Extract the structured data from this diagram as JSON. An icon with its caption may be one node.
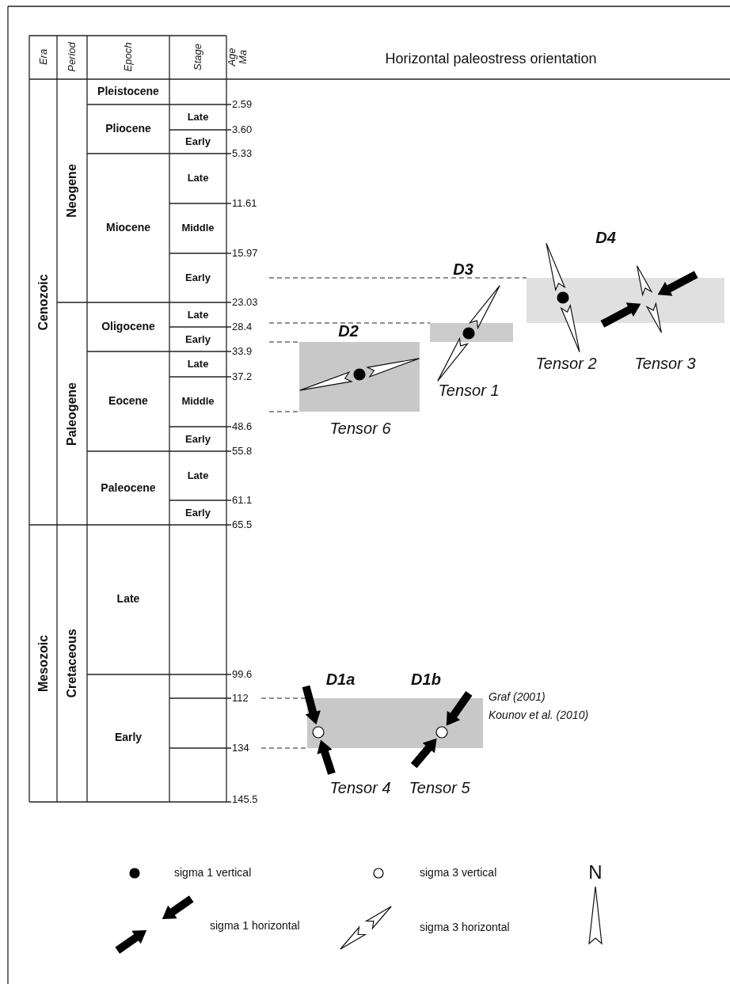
{
  "diagram": {
    "title": "Horizontal paleostress orientation",
    "nodes": [
      {
        "text": [],
        "shape": "box"
      },
      {
        "text": [],
        "shape": "box"
      },
      {
        "text": [],
        "shape": "box"
      },
      {
        "text": [],
        "shape": "box"
      }
    ],
    "labels": [
      "Era",
      "Period",
      "Epoch",
      "Stage",
      "Age Ma",
      "Cenozoic",
      "Mesozoic",
      "Neogene",
      "Paleogene",
      "Cretaceous",
      "Pleistocene",
      "Pliocene",
      "Miocene",
      "Oligocene",
      "Eocene",
      "Paleocene",
      "Late",
      "Early",
      "Late",
      "Early",
      "Late",
      "Middle",
      "Early",
      "Late",
      "Early",
      "Late",
      "Middle",
      "Early",
      "Late",
      "Early",
      "2.59",
      "3.60",
      "5.33",
      "11.61",
      "15.97",
      "23.03",
      "28.4",
      "33.9",
      "37.2",
      "48.6",
      "55.8",
      "61.1",
      "65.5",
      "99.6",
      "112",
      "134",
      "145.5",
      "D4",
      "D3",
      "D2",
      "Tensor 2",
      "Tensor 3",
      "Tensor 1",
      "Tensor 6",
      "D1a",
      "D1b",
      "Graf (2001)",
      "Kounov et al. (2010)",
      "Tensor 4",
      "Tensor 5",
      "N"
    ],
    "legend": [
      {
        "text": "sigma 1 vertical"
      },
      {
        "text": "sigma 3 vertical"
      },
      {
        "text": "sigma 1 horizontal"
      },
      {
        "text": "sigma 3 horizontal"
      }
    ]
  }
}
